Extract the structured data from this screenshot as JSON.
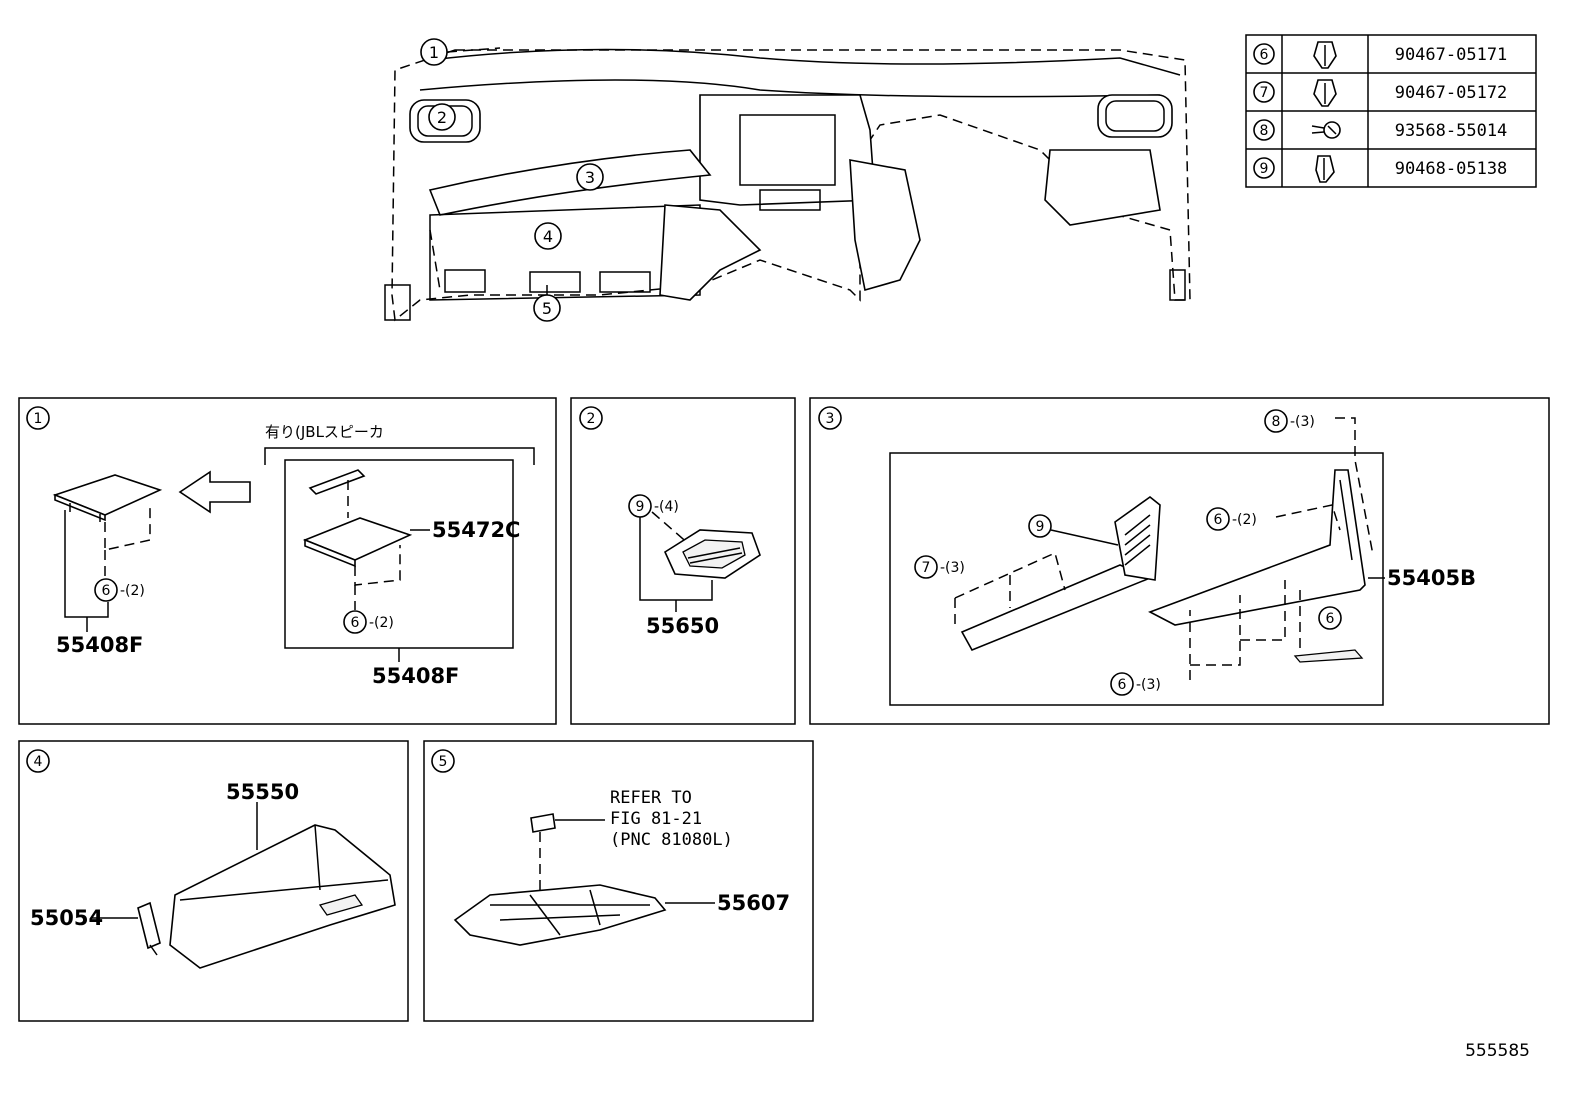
{
  "diagram": {
    "overview_callouts": [
      "1",
      "2",
      "3",
      "4",
      "5"
    ],
    "fastener_table": [
      {
        "ref": "6",
        "icon": "clip-icon",
        "part_no": "90467-05171"
      },
      {
        "ref": "7",
        "icon": "clip-icon",
        "part_no": "90467-05172"
      },
      {
        "ref": "8",
        "icon": "screw-icon",
        "part_no": "93568-55014"
      },
      {
        "ref": "9",
        "icon": "clip-icon",
        "part_no": "90468-05138"
      }
    ],
    "panel1": {
      "num": "1",
      "option_label": "有り(JBLスピーカ",
      "part_left": "55408F",
      "part_inner": "55472C",
      "part_inner_group": "55408F",
      "clip_ref_a": "6",
      "clip_qty_a": "-(2)",
      "clip_ref_b": "6",
      "clip_qty_b": "-(2)"
    },
    "panel2": {
      "num": "2",
      "clip_ref": "9",
      "clip_qty": "-(4)",
      "part": "55650"
    },
    "panel3": {
      "num": "3",
      "screw_ref": "8",
      "screw_qty": "-(3)",
      "clip9_ref": "9",
      "clip7_ref": "7",
      "clip7_qty": "-(3)",
      "clip6a_ref": "6",
      "clip6a_qty": "-(2)",
      "clip6b_ref": "6",
      "clip6c_ref": "6",
      "clip6c_qty": "-(3)",
      "part": "55405B"
    },
    "panel4": {
      "num": "4",
      "part_box": "55550",
      "part_damper": "55054"
    },
    "panel5": {
      "num": "5",
      "refer_line1": "REFER TO",
      "refer_line2": "FIG 81-21",
      "refer_line3": "(PNC 81080L)",
      "part": "55607"
    },
    "figure_id": "555585"
  }
}
